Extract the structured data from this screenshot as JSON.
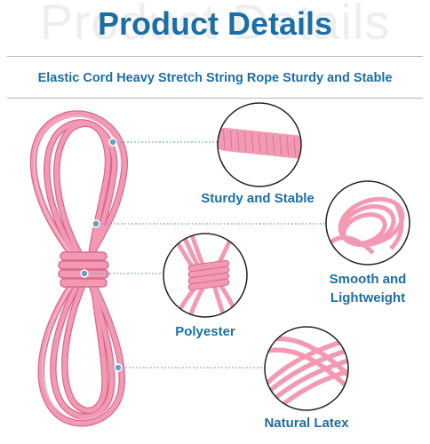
{
  "header": {
    "watermark_text": "Product Details",
    "title": "Product Details",
    "subtitle": "Elastic Cord Heavy Stretch String Rope Sturdy and Stable"
  },
  "features": [
    {
      "label": "Sturdy and Stable",
      "icon": "cord-closeup-icon"
    },
    {
      "label_line1": "Smooth and",
      "label_line2": "Lightweight",
      "icon": "cord-coil-icon"
    },
    {
      "label": "Polyester",
      "icon": "cord-bundle-icon"
    },
    {
      "label": "Natural Latex",
      "icon": "cord-strands-icon"
    }
  ],
  "colors": {
    "accent": "#1b6fa6",
    "cord": "#f29ab4",
    "cord_dark": "#d86a8c",
    "cord_light": "#f9c3d3",
    "connector": "#6a9fc4"
  }
}
